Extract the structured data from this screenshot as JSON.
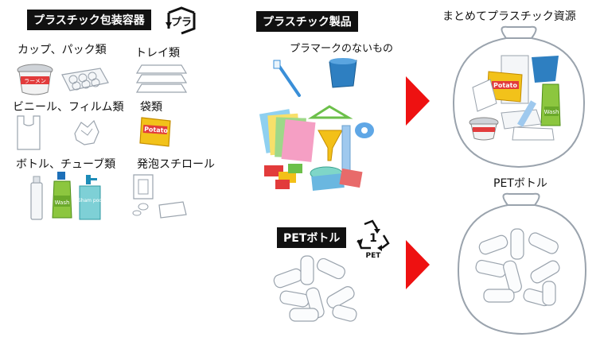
{
  "left_panel": {
    "header": "プラスチック包装容器",
    "mark_text": "プラ",
    "categories": [
      {
        "label": "カップ、パック類"
      },
      {
        "label": "トレイ類"
      },
      {
        "label": "ビニール、フィルム類"
      },
      {
        "label": "袋類"
      },
      {
        "label": "ボトル、チューブ類"
      },
      {
        "label": "発泡スチロール"
      }
    ],
    "cup_label": "ラーメン",
    "bag_label": "Potato",
    "bottle_green_label": "Wash",
    "bottle_blue_label": "Sham poo"
  },
  "middle_panel": {
    "products_header": "プラスチック製品",
    "products_caption": "プラマークのないもの",
    "pet_header": "PETボトル",
    "pet_mark_number": "1",
    "pet_mark_text": "PET"
  },
  "right_panel": {
    "top_title": "まとめてプラスチック資源",
    "bottom_title": "PETボトル",
    "bag_potato_label": "Potato",
    "bag_wash_label": "Wash"
  },
  "colors": {
    "arrow": "#ee1111",
    "label_bg": "#111111",
    "bag_outline": "#9aa3ad"
  }
}
